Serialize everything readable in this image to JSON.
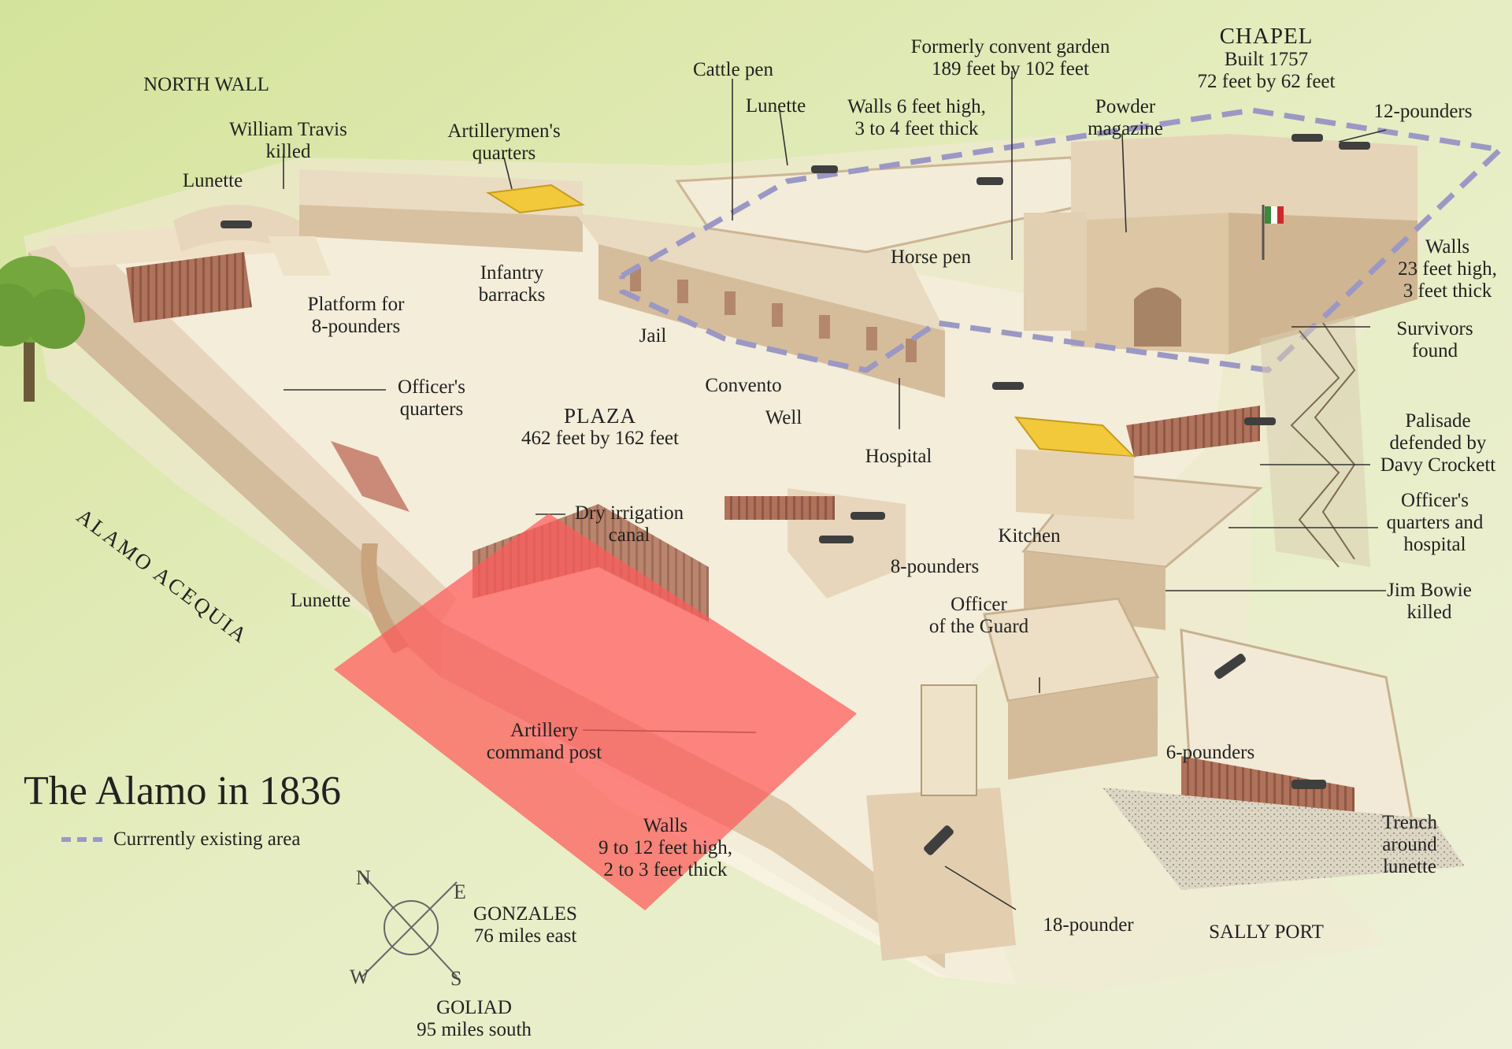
{
  "title": "The Alamo in 1836",
  "legend": {
    "label": "Currrently existing area",
    "color": "#9c98c4"
  },
  "colors": {
    "ground": "#dfe8b0",
    "plaza": "#f7f1df",
    "wall": "#e4d2b8",
    "wall_shadow": "#c9b294",
    "roof_yellow": "#f1c93b",
    "palisade": "#b0725a",
    "highlight": "#ff5a5a"
  },
  "compass": {
    "n": "N",
    "e": "E",
    "s": "S",
    "w": "W"
  },
  "labels": {
    "north_wall": "NORTH WALL",
    "travis": [
      "William Travis",
      "killed"
    ],
    "lunette_nw": "Lunette",
    "artillerymen": [
      "Artillerymen's",
      "quarters"
    ],
    "platform": [
      "Platform for",
      "8-pounders"
    ],
    "infantry": [
      "Infantry",
      "barracks"
    ],
    "cattle_pen": "Cattle pen",
    "lunette_n": "Lunette",
    "convent_garden": [
      "Formerly convent garden",
      "189 feet by 102 feet"
    ],
    "walls_6": [
      "Walls 6 feet high,",
      "3 to 4 feet thick"
    ],
    "powder": [
      "Powder",
      "magazine"
    ],
    "chapel": [
      "CHAPEL",
      "Built 1757",
      "72 feet by 62 feet"
    ],
    "twelve_pounders": "12-pounders",
    "walls_23": [
      "Walls",
      "23 feet high,",
      "3 feet thick"
    ],
    "survivors": [
      "Survivors",
      "found"
    ],
    "horse_pen": "Horse pen",
    "jail": "Jail",
    "convento": "Convento",
    "well": "Well",
    "hospital": "Hospital",
    "plaza": [
      "PLAZA",
      "462 feet by 162 feet"
    ],
    "officers_q": [
      "Officer's",
      "quarters"
    ],
    "palisade": [
      "Palisade",
      "defended by",
      "Davy Crockett"
    ],
    "officers_qh": [
      "Officer's",
      "quarters and",
      "hospital"
    ],
    "dry_canal": [
      "Dry irrigation",
      "canal"
    ],
    "kitchen": "Kitchen",
    "eight_pounders": "8-pounders",
    "lunette_w": "Lunette",
    "alamo_acequia": "ALAMO ACEQUIA",
    "officer_guard": [
      "Officer",
      "of the Guard"
    ],
    "jim_bowie": [
      "Jim Bowie",
      "killed"
    ],
    "artillery_post": [
      "Artillery",
      "command post"
    ],
    "six_pounders": "6-pounders",
    "walls_9": [
      "Walls",
      "9 to 12 feet high,",
      "2 to 3 feet thick"
    ],
    "trench": [
      "Trench",
      "around",
      "lunette"
    ],
    "eighteen_pounder": "18-pounder",
    "sally_port": "SALLY PORT",
    "gonzales": [
      "GONZALES",
      "76 miles east"
    ],
    "goliad": [
      "GOLIAD",
      "95 miles south"
    ]
  }
}
